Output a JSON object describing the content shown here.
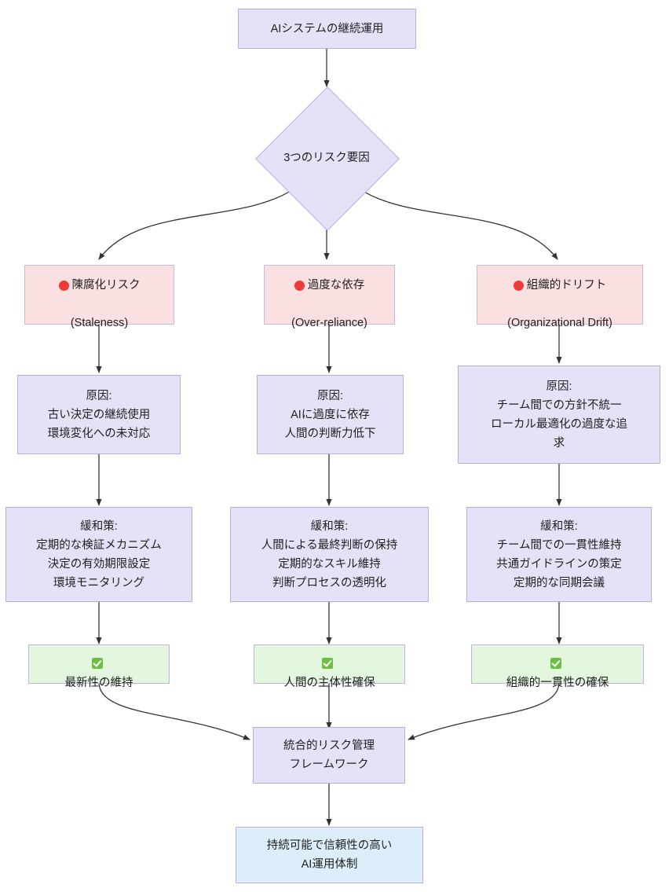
{
  "diagram": {
    "type": "flowchart",
    "title": "AIシステムの継続運用 リスク管理フローチャート",
    "orientation": "top-down",
    "colors": {
      "process_fill": "#e4e2f7",
      "process_stroke": "#b6aedb",
      "risk_fill": "#fbe0e2",
      "risk_stroke": "#c9b8e0",
      "good_fill": "#e2f7dd",
      "good_stroke": "#c2b4e0",
      "final_fill": "#ddeefb",
      "final_stroke": "#b9aedc",
      "edge_stroke": "#333333",
      "red_dot": "#ef3b35",
      "green_check": "#6cbf43",
      "background": "#ffffff"
    }
  },
  "nodes": {
    "start": {
      "label": "AIシステムの継続運用",
      "shape": "rect",
      "style": "process"
    },
    "decision": {
      "label": "3つのリスク要因",
      "shape": "diamond",
      "style": "process"
    },
    "risk_staleness": {
      "icon": "red-circle-icon",
      "line1": "陳腐化リスク",
      "line2": "(Staleness)",
      "shape": "rect",
      "style": "risk"
    },
    "risk_overreliance": {
      "icon": "red-circle-icon",
      "line1": "過度な依存",
      "line2": "(Over-reliance)",
      "shape": "rect",
      "style": "risk"
    },
    "risk_orgdrift": {
      "icon": "red-circle-icon",
      "line1": "組織的ドリフト",
      "line2": "(Organizational Drift)",
      "shape": "rect",
      "style": "risk"
    },
    "cause_staleness": {
      "label": "原因:\n古い決定の継続使用\n環境変化への未対応",
      "shape": "rect",
      "style": "process"
    },
    "cause_overreliance": {
      "label": "原因:\nAIに過度に依存\n人間の判断力低下",
      "shape": "rect",
      "style": "process"
    },
    "cause_orgdrift": {
      "label": "原因:\nチーム間での方針不統一\nローカル最適化の過度な追\n求",
      "shape": "rect",
      "style": "process"
    },
    "mitigation_staleness": {
      "label": "緩和策:\n定期的な検証メカニズム\n決定の有効期限設定\n環境モニタリング",
      "shape": "rect",
      "style": "process"
    },
    "mitigation_overreliance": {
      "label": "緩和策:\n人間による最終判断の保持\n定期的なスキル維持\n判断プロセスの透明化",
      "shape": "rect",
      "style": "process"
    },
    "mitigation_orgdrift": {
      "label": "緩和策:\nチーム間での一貫性維持\n共通ガイドラインの策定\n定期的な同期会議",
      "shape": "rect",
      "style": "process"
    },
    "outcome_freshness": {
      "icon": "check-box-icon",
      "label": "最新性の維持",
      "shape": "rect",
      "style": "good"
    },
    "outcome_agency": {
      "icon": "check-box-icon",
      "label": "人間の主体性確保",
      "shape": "rect",
      "style": "good"
    },
    "outcome_consistency": {
      "icon": "check-box-icon",
      "label": "組織的一貫性の確保",
      "shape": "rect",
      "style": "good"
    },
    "framework": {
      "label": "統合的リスク管理\nフレームワーク",
      "shape": "rect",
      "style": "process"
    },
    "final": {
      "label": "持続可能で信頼性の高い\nAI運用体制",
      "shape": "rect",
      "style": "final"
    }
  },
  "edges": [
    {
      "from": "start",
      "to": "decision",
      "kind": "straight"
    },
    {
      "from": "decision",
      "to": "risk_staleness",
      "kind": "curve"
    },
    {
      "from": "decision",
      "to": "risk_overreliance",
      "kind": "straight"
    },
    {
      "from": "decision",
      "to": "risk_orgdrift",
      "kind": "curve"
    },
    {
      "from": "risk_staleness",
      "to": "cause_staleness",
      "kind": "straight"
    },
    {
      "from": "risk_overreliance",
      "to": "cause_overreliance",
      "kind": "straight"
    },
    {
      "from": "risk_orgdrift",
      "to": "cause_orgdrift",
      "kind": "straight"
    },
    {
      "from": "cause_staleness",
      "to": "mitigation_staleness",
      "kind": "straight"
    },
    {
      "from": "cause_overreliance",
      "to": "mitigation_overreliance",
      "kind": "straight"
    },
    {
      "from": "cause_orgdrift",
      "to": "mitigation_orgdrift",
      "kind": "straight"
    },
    {
      "from": "mitigation_staleness",
      "to": "outcome_freshness",
      "kind": "straight"
    },
    {
      "from": "mitigation_overreliance",
      "to": "outcome_agency",
      "kind": "straight"
    },
    {
      "from": "mitigation_orgdrift",
      "to": "outcome_consistency",
      "kind": "straight"
    },
    {
      "from": "outcome_freshness",
      "to": "framework",
      "kind": "curve"
    },
    {
      "from": "outcome_agency",
      "to": "framework",
      "kind": "straight"
    },
    {
      "from": "outcome_consistency",
      "to": "framework",
      "kind": "curve"
    },
    {
      "from": "framework",
      "to": "final",
      "kind": "straight"
    }
  ]
}
